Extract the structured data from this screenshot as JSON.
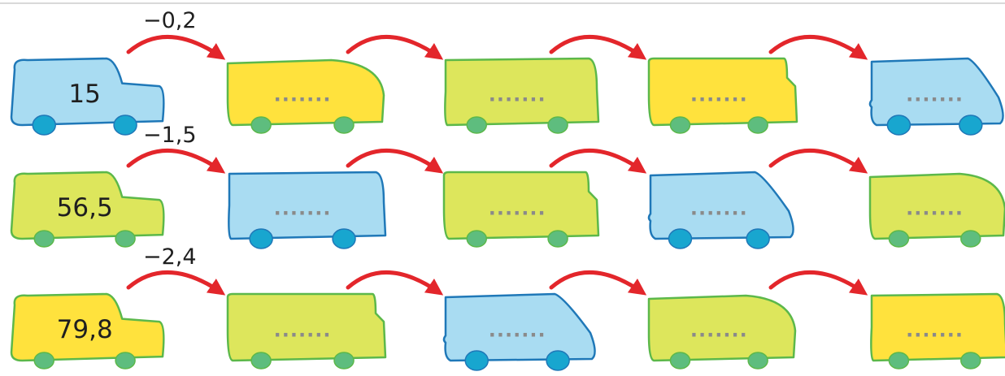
{
  "placeholder": ".......",
  "colors": {
    "blue": "#a9dcf2",
    "blue_edge": "#1f78b8",
    "blue_wheel": "#18a6cf",
    "yellow": "#ffe23d",
    "yellow_edge": "#5cb84a",
    "yellow_wheel": "#5ebd7e",
    "lime": "#dde65c",
    "lime_edge": "#5cb84a",
    "lime_wheel": "#5ebd7e",
    "arrow": "#e3262b"
  },
  "rows": [
    {
      "step": "−0,2",
      "start": "15",
      "buses": [
        "blue",
        "yellow",
        "lime",
        "yellow",
        "blue"
      ]
    },
    {
      "step": "−1,5",
      "start": "56,5",
      "buses": [
        "lime",
        "blue",
        "lime",
        "blue",
        "lime"
      ]
    },
    {
      "step": "−2,4",
      "start": "79,8",
      "buses": [
        "yellow",
        "lime",
        "blue",
        "lime",
        "yellow"
      ]
    }
  ]
}
